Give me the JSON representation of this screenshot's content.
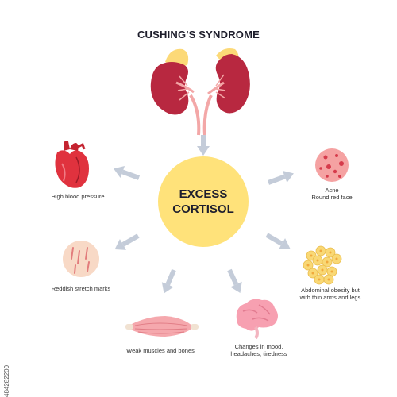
{
  "title": "CUSHING'S SYNDROME",
  "center": {
    "line1": "EXCESS",
    "line2": "CORTISOL"
  },
  "symptoms": [
    {
      "id": "heart",
      "label": "High blood pressure"
    },
    {
      "id": "skin",
      "label": "Reddish stretch marks"
    },
    {
      "id": "muscle",
      "label": "Weak muscles and bones"
    },
    {
      "id": "brain",
      "label_lines": [
        "Changes in mood,",
        "headaches, tiredness"
      ]
    },
    {
      "id": "fat",
      "label_lines": [
        "Abdominal obesity but",
        "with thin arms and legs"
      ]
    },
    {
      "id": "acne",
      "label_lines": [
        "Acne",
        "Round red face"
      ]
    }
  ],
  "stock_id": "484282200",
  "colors": {
    "center": "#ffe27a",
    "kidney": "#b82840",
    "adrenal": "#fcd977",
    "arrow": "#c4ccd9",
    "vessel": "#f3a7a7"
  }
}
